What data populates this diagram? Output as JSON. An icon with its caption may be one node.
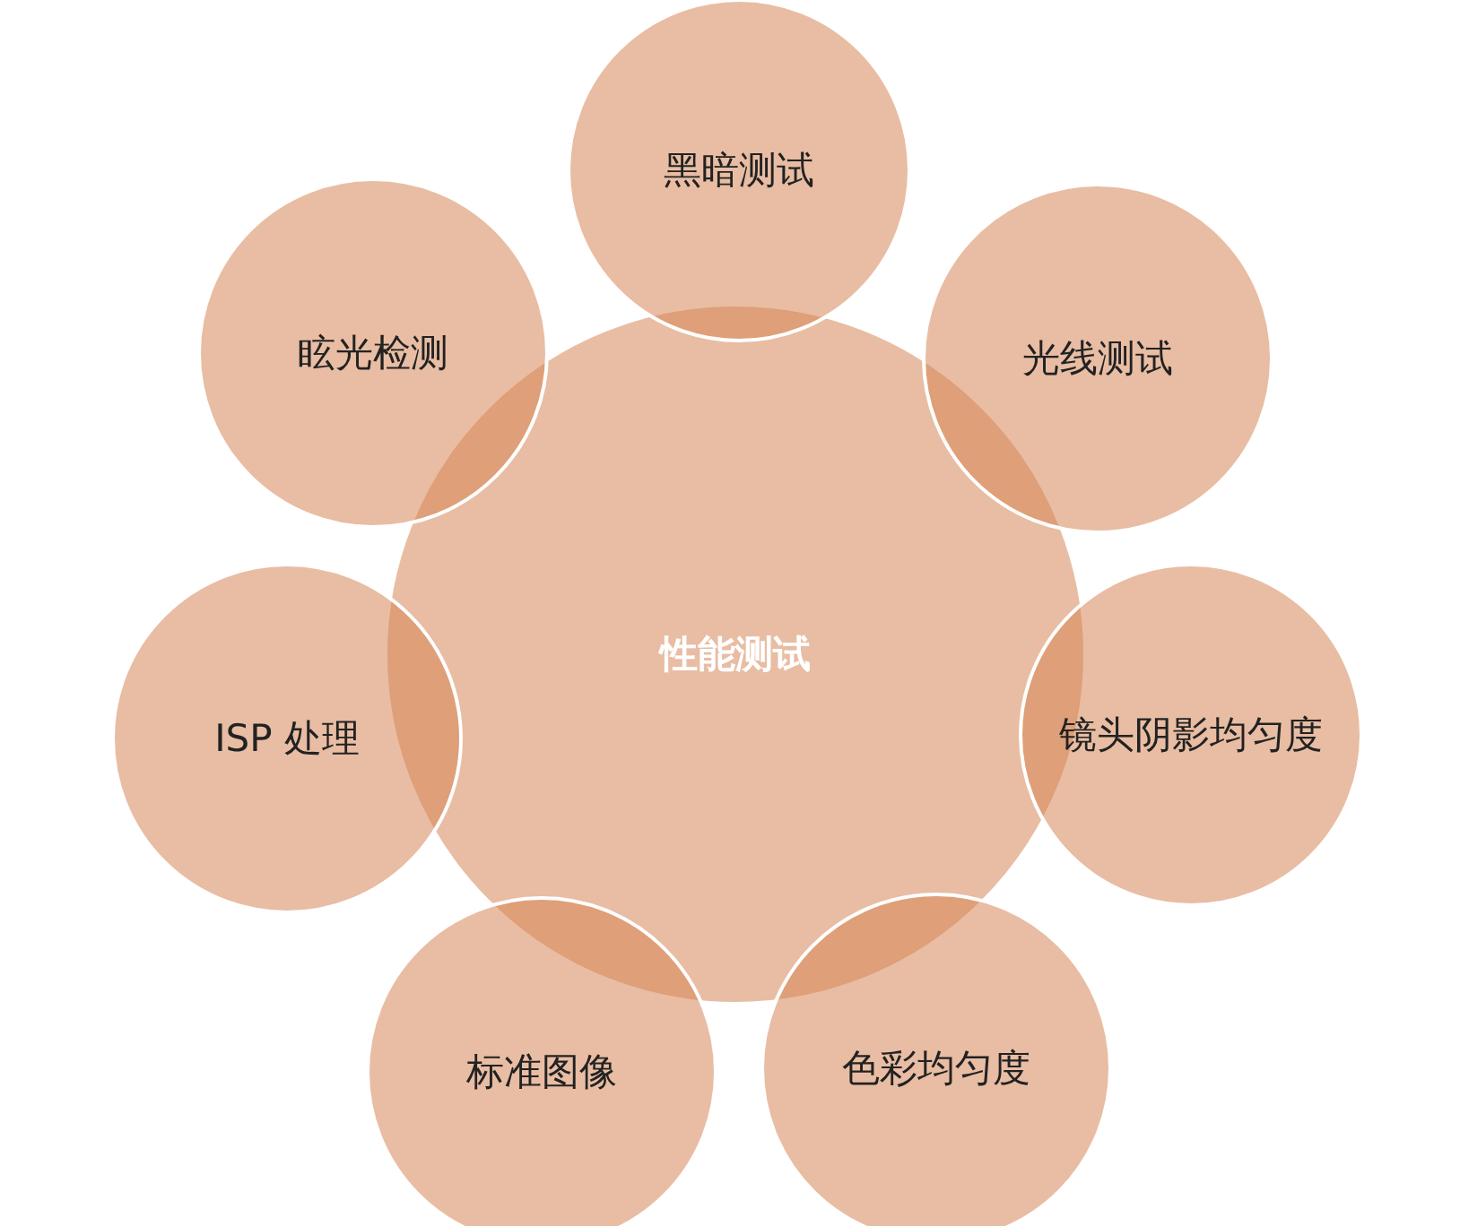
{
  "diagram": {
    "nodes": [
      {
        "text": [
          "黑暗测试"
        ]
      },
      {
        "text": [
          "眩光检测"
        ]
      },
      {
        "text": [
          "光线测试"
        ]
      },
      {
        "text": [
          "性能测试"
        ]
      },
      {
        "text": [
          "ISP 处理"
        ]
      },
      {
        "text": [
          "镜头阴影均匀度"
        ]
      },
      {
        "text": [
          "标准图像"
        ]
      },
      {
        "text": [
          "色彩均匀度"
        ]
      }
    ]
  }
}
